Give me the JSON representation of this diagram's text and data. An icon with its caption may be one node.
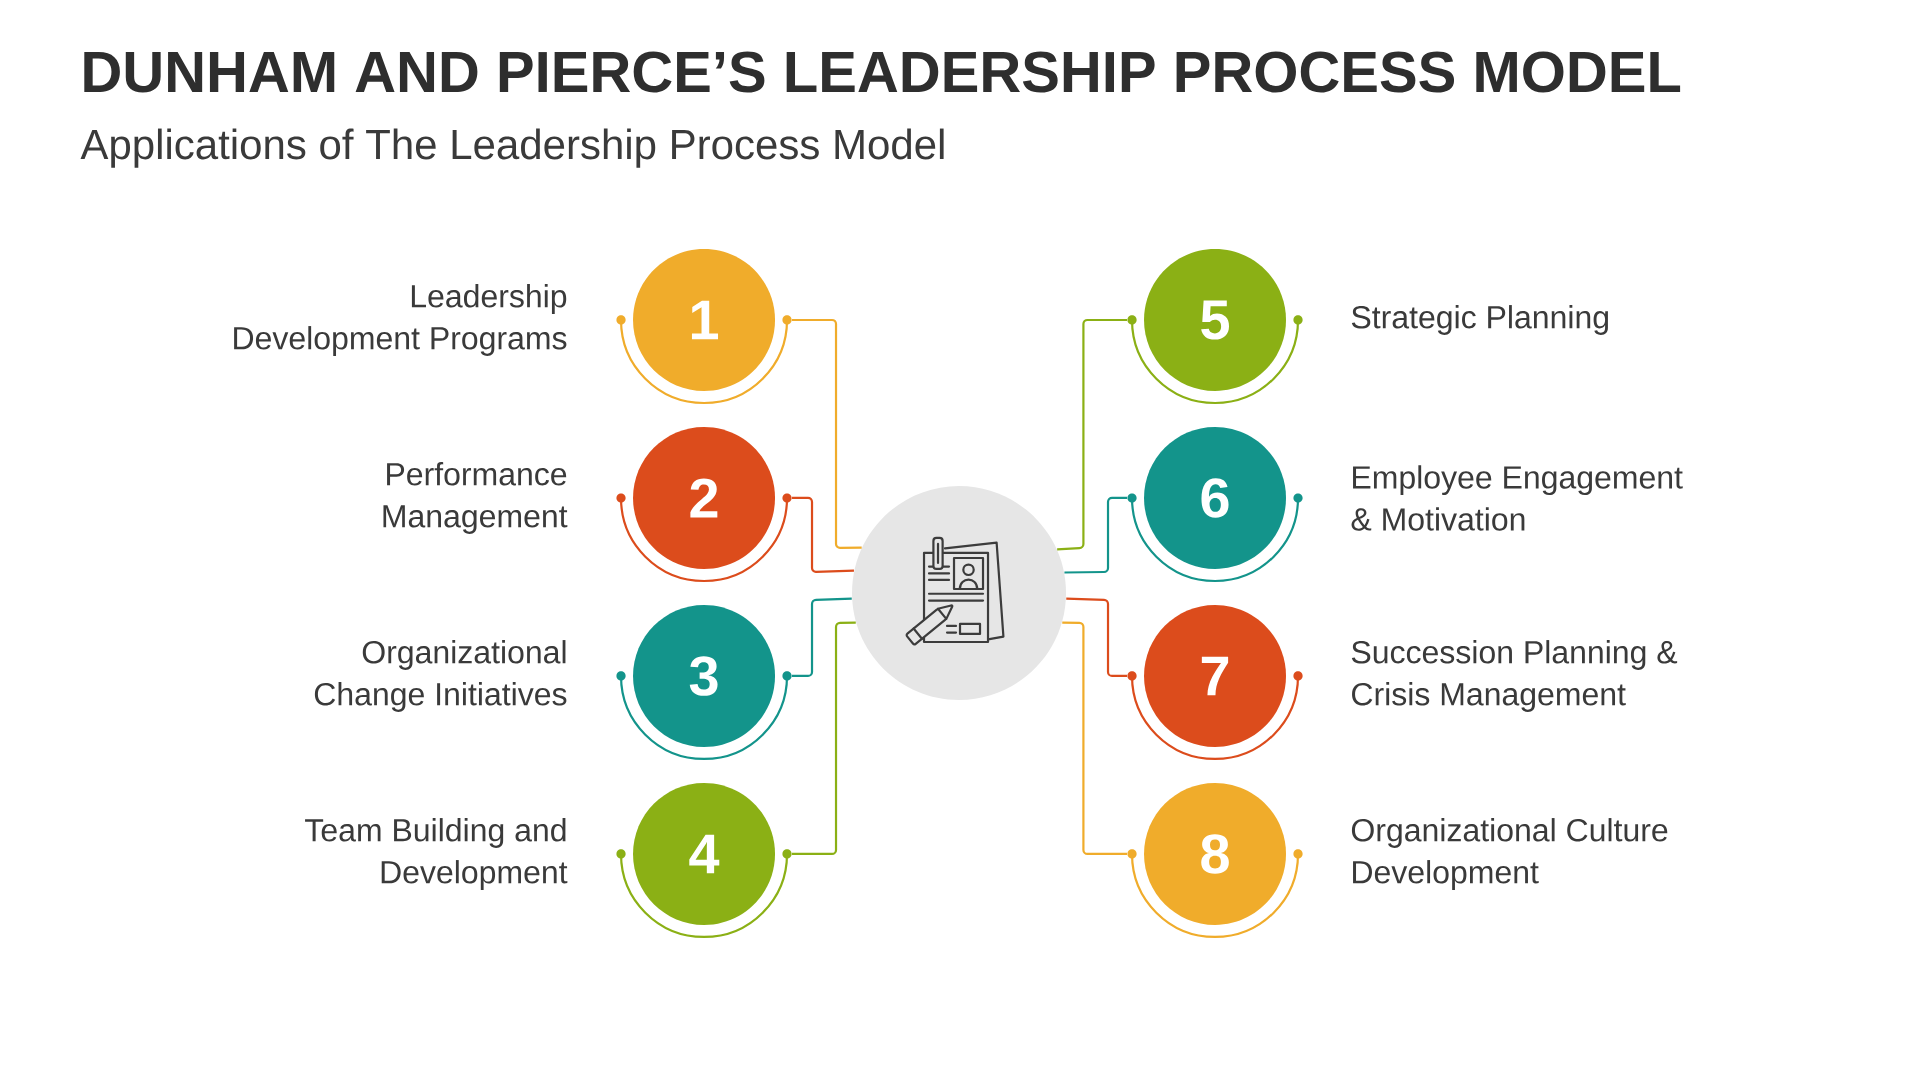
{
  "diagram": {
    "title": "DUNHAM AND PIERCE’S LEADERSHIP PROCESS MODEL",
    "nodes": [
      {
        "text": [
          "1"
        ],
        "beside": [
          "Leadership Development Programs"
        ]
      },
      {
        "text": [
          "2"
        ],
        "beside": [
          "Performance Management"
        ]
      },
      {
        "text": [
          "3"
        ],
        "beside": [
          "Organizational Change Initiatives"
        ]
      },
      {
        "text": [
          "4"
        ],
        "beside": [
          "Team Building and Development"
        ]
      },
      {
        "text": [
          "5"
        ],
        "beside": [
          "Strategic Planning"
        ]
      },
      {
        "text": [
          "6"
        ],
        "beside": [
          "Employee Engagement & Motivation"
        ]
      },
      {
        "text": [
          "7"
        ],
        "beside": [
          "Succession Planning & Crisis Management"
        ]
      },
      {
        "text": [
          "8"
        ],
        "beside": [
          "Organizational Culture Development"
        ]
      },
      {
        "text": [],
        "shape": "circle"
      }
    ],
    "edges": [
      {
        "from": 0,
        "to": 8,
        "arrow": "none",
        "color": "#f0ac2b"
      },
      {
        "from": 1,
        "to": 8,
        "arrow": "none",
        "color": "#dc4c1c"
      },
      {
        "from": 2,
        "to": 8,
        "arrow": "none",
        "color": "#13948b"
      },
      {
        "from": 3,
        "to": 8,
        "arrow": "none",
        "color": "#8bb015"
      },
      {
        "from": 4,
        "to": 8,
        "arrow": "none",
        "color": "#8bb015"
      },
      {
        "from": 5,
        "to": 8,
        "arrow": "none",
        "color": "#13948b"
      },
      {
        "from": 6,
        "to": 8,
        "arrow": "none",
        "color": "#dc4c1c"
      },
      {
        "from": 7,
        "to": 8,
        "arrow": "none",
        "color": "#f0ac2b"
      }
    ],
    "labels": [
      "Applications of The Leadership Process Model"
    ]
  }
}
